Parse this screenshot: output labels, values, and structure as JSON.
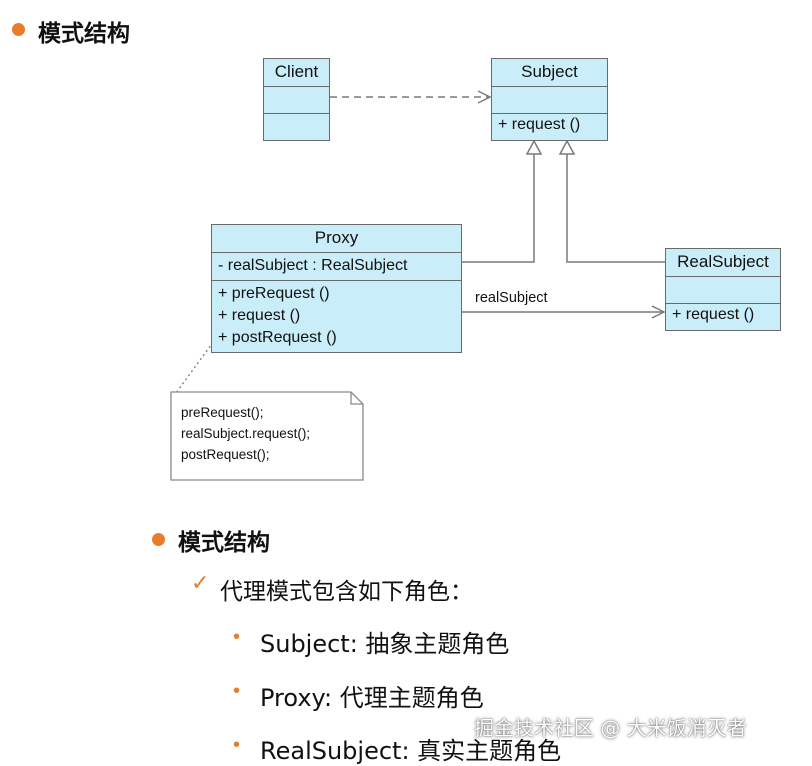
{
  "top_heading": "模式结构",
  "diagram": {
    "client": {
      "name": "Client"
    },
    "subject": {
      "name": "Subject",
      "operations": [
        "+ request ()"
      ]
    },
    "proxy": {
      "name": "Proxy",
      "attributes": [
        "- realSubject : RealSubject"
      ],
      "operations": [
        "+ preRequest ()",
        "+ request ()",
        "+ postRequest ()"
      ]
    },
    "real_subject": {
      "name": "RealSubject",
      "operations": [
        "+ request ()"
      ]
    },
    "association_label": "realSubject",
    "note_lines": [
      "preRequest();",
      "realSubject.request();",
      "postRequest();"
    ]
  },
  "lower": {
    "heading": "模式结构",
    "check_text": "代理模式包含如下角色：",
    "roles": [
      "Subject: 抽象主题角色",
      "Proxy: 代理主题角色",
      "RealSubject: 真实主题角色"
    ]
  },
  "watermark": "掘金技术社区 @ 大米饭消灭者",
  "colors": {
    "accent": "#ea7b2a",
    "class_fill": "#c9edf9",
    "line": "#7a7a7a"
  }
}
